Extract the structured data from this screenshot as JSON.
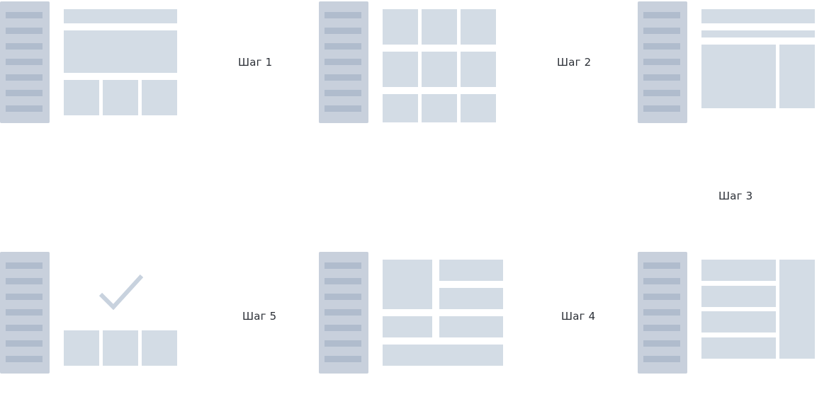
{
  "steps": [
    {
      "id": "step-1",
      "label": "Шаг 1"
    },
    {
      "id": "step-2",
      "label": "Шаг 2"
    },
    {
      "id": "step-3",
      "label": "Шаг 3"
    },
    {
      "id": "step-4",
      "label": "Шаг 4"
    },
    {
      "id": "step-5",
      "label": "Шаг 5"
    }
  ],
  "colors": {
    "sidebar": "#c8d0dc",
    "sidebar_line": "#b0bccd",
    "block": "#d3dce5",
    "label_text": "#2b2f36"
  },
  "icons": {
    "step-5-center": "checkmark-icon"
  }
}
